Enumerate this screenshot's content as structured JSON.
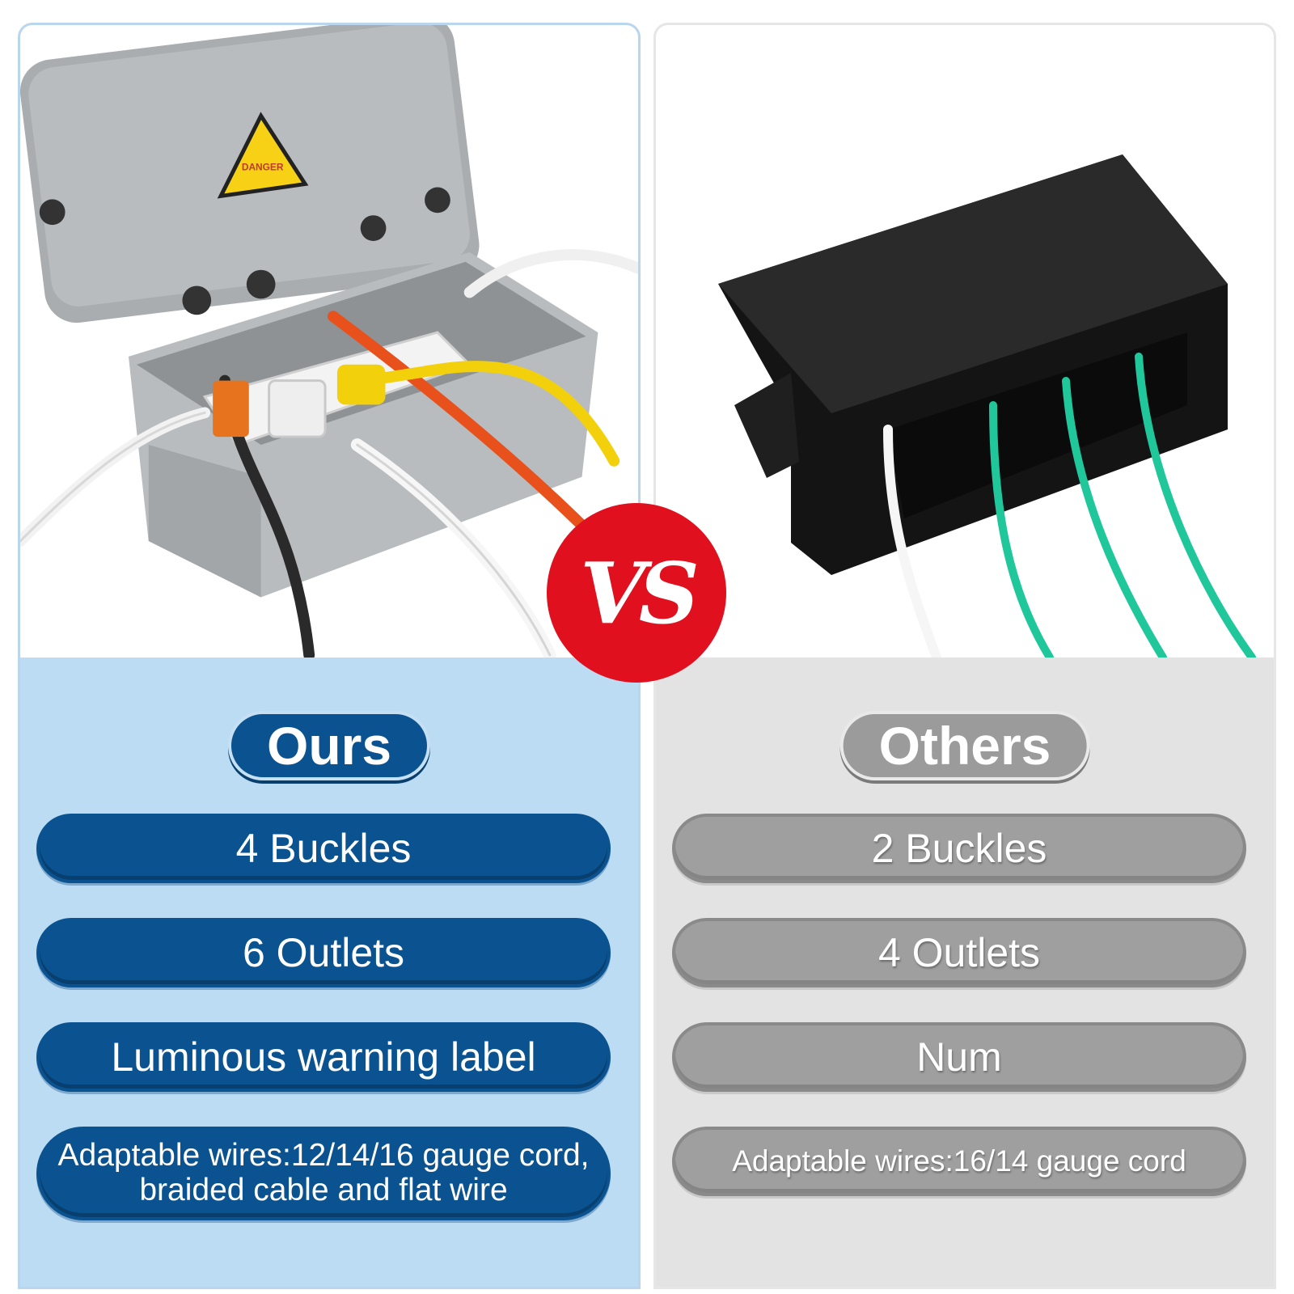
{
  "left": {
    "heading": "Ours",
    "features": [
      "4 Buckles",
      "6 Outlets",
      "Luminous warning label",
      "Adaptable wires:12/14/16 gauge cord, braided cable and flat wire"
    ],
    "photo": {
      "label_text": "DANGER"
    }
  },
  "right": {
    "heading": "Others",
    "features": [
      "2 Buckles",
      "4 Outlets",
      "Num",
      "Adaptable wires:16/14 gauge cord"
    ]
  },
  "badge": {
    "text": "VS"
  },
  "colors": {
    "ours_accent": "#0b5390",
    "others_accent": "#9f9f9f",
    "vs_red": "#e0101e",
    "ours_bg": "#bcdcf3",
    "others_bg": "#e3e3e3"
  }
}
